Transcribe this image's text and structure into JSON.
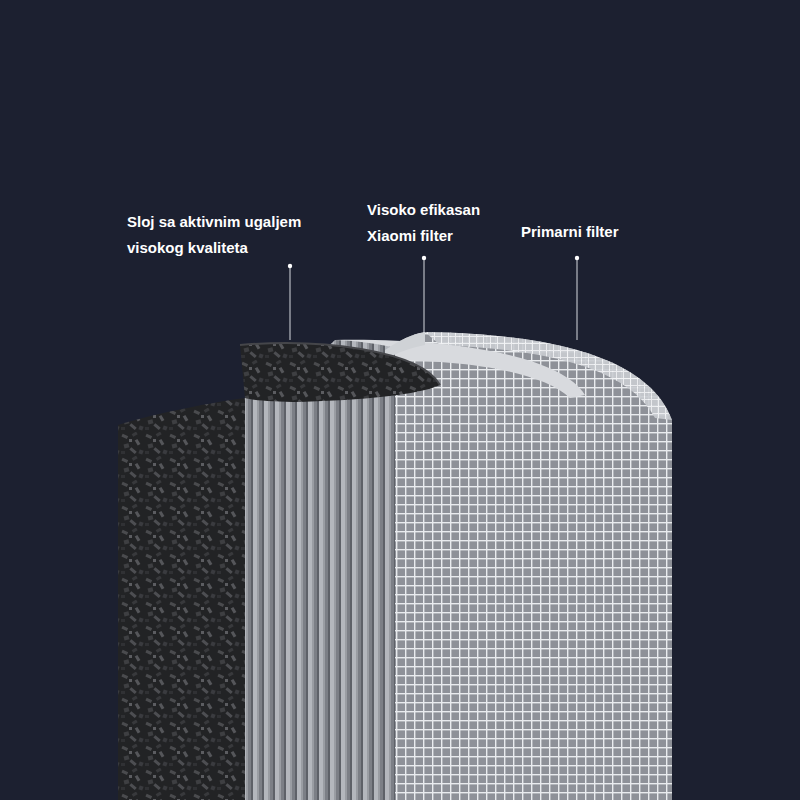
{
  "diagram": {
    "labels": [
      "Sloj sa aktivnim ugaljem visokog kvaliteta",
      "Visoko efikasan Xiaomi filter",
      "Primarni filter"
    ]
  }
}
